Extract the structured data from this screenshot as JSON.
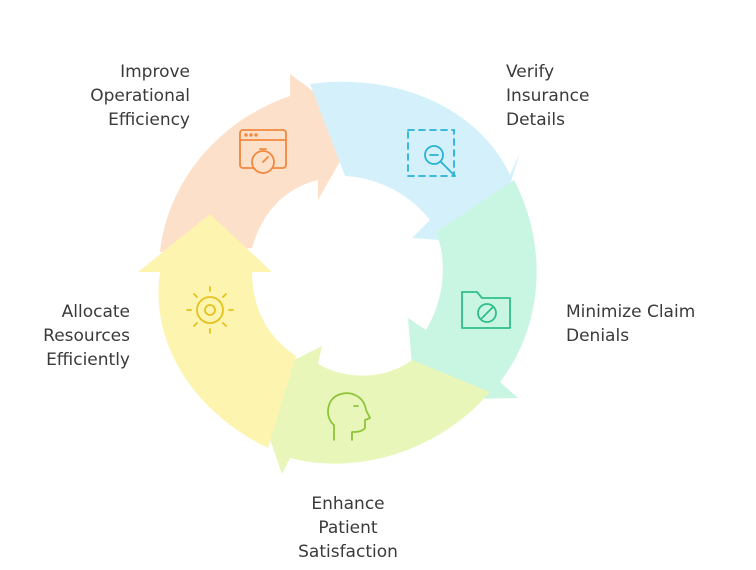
{
  "stages": [
    {
      "id": "improve",
      "lines": [
        "Improve",
        "Operational",
        "Efficiency"
      ],
      "color": "#fde0c9",
      "icon_color": "#f0883e",
      "icon": "timer-browser-icon"
    },
    {
      "id": "verify",
      "lines": [
        "Verify",
        "Insurance",
        "Details"
      ],
      "color": "#d4f1fb",
      "icon_color": "#27b3d8",
      "icon": "zoom-out-icon"
    },
    {
      "id": "minimize",
      "lines": [
        "Minimize Claim",
        "Denials"
      ],
      "color": "#c9f5e3",
      "icon_color": "#2fbf8a",
      "icon": "folder-blocked-icon"
    },
    {
      "id": "enhance",
      "lines": [
        "Enhance",
        "Patient",
        "Satisfaction"
      ],
      "color": "#e8f7b9",
      "icon_color": "#8fc43a",
      "icon": "head-profile-icon"
    },
    {
      "id": "allocate",
      "lines": [
        "Allocate",
        "Resources",
        "Efficiently"
      ],
      "color": "#fdf4b0",
      "icon_color": "#e5c21c",
      "icon": "sun-gear-icon"
    }
  ]
}
